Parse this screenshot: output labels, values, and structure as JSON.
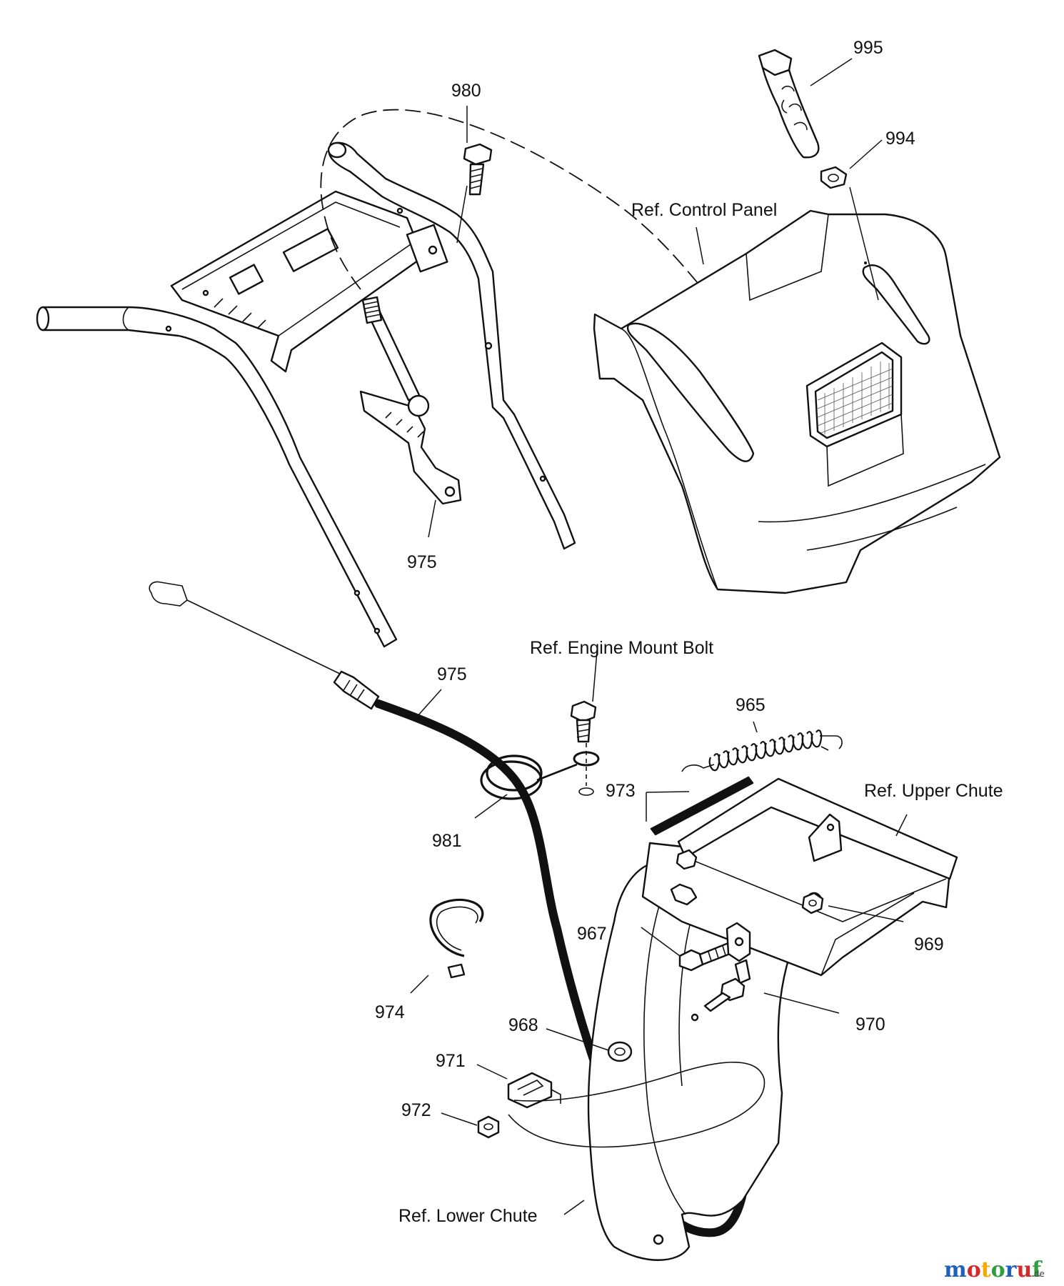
{
  "callouts": {
    "c995": "995",
    "c994": "994",
    "c980": "980",
    "c975_top": "975",
    "c975_cable": "975",
    "c965": "965",
    "c973": "973",
    "c981": "981",
    "c969": "969",
    "c967": "967",
    "c970": "970",
    "c974": "974",
    "c968": "968",
    "c971": "971",
    "c972": "972"
  },
  "references": {
    "control_panel": "Ref. Control Panel",
    "engine_mount_bolt": "Ref. Engine Mount Bolt",
    "upper_chute": "Ref. Upper Chute",
    "lower_chute": "Ref. Lower Chute"
  },
  "watermark": {
    "brand": "motoruf",
    "suffix": ".de",
    "colors": [
      "#1f5fbf",
      "#d62828",
      "#f2a900",
      "#2e9e3f",
      "#1f5fbf",
      "#d62828",
      "#2e9e3f"
    ]
  }
}
